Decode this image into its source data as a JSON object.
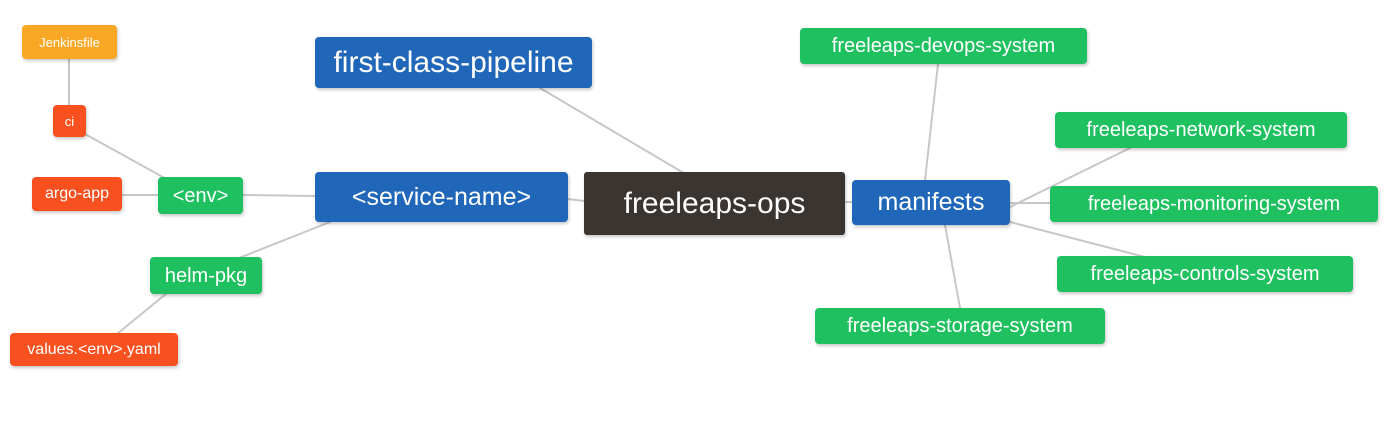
{
  "diagram": {
    "title": "freeleaps-ops repository mindmap",
    "background": "#ffffff",
    "edge_color": "#c7c7c7",
    "palette": {
      "root": "#3b3531",
      "blue": "#2167b9",
      "green": "#1fc060",
      "orange": "#f9a825",
      "red": "#f8501f",
      "text": "#ffffff"
    }
  },
  "nodes": [
    {
      "id": "jenkinsfile",
      "label": "Jenkinsfile",
      "color": "orange"
    },
    {
      "id": "ci",
      "label": "ci",
      "color": "red"
    },
    {
      "id": "argo-app",
      "label": "argo-app",
      "color": "red"
    },
    {
      "id": "env",
      "label": "<env>",
      "color": "green"
    },
    {
      "id": "helm-pkg",
      "label": "helm-pkg",
      "color": "green"
    },
    {
      "id": "values-yaml",
      "label": "values.<env>.yaml",
      "color": "red"
    },
    {
      "id": "first-class-pipeline",
      "label": "first-class-pipeline",
      "color": "blue"
    },
    {
      "id": "service-name",
      "label": "<service-name>",
      "color": "blue"
    },
    {
      "id": "freeleaps-ops",
      "label": "freeleaps-ops",
      "color": "root"
    },
    {
      "id": "manifests",
      "label": "manifests",
      "color": "blue"
    },
    {
      "id": "devops-system",
      "label": "freeleaps-devops-system",
      "color": "green"
    },
    {
      "id": "network-system",
      "label": "freeleaps-network-system",
      "color": "green"
    },
    {
      "id": "monitoring-system",
      "label": "freeleaps-monitoring-system",
      "color": "green"
    },
    {
      "id": "controls-system",
      "label": "freeleaps-controls-system",
      "color": "green"
    },
    {
      "id": "storage-system",
      "label": "freeleaps-storage-system",
      "color": "green"
    }
  ],
  "edges": [
    {
      "from": "jenkinsfile",
      "to": "ci"
    },
    {
      "from": "ci",
      "to": "env"
    },
    {
      "from": "argo-app",
      "to": "env"
    },
    {
      "from": "env",
      "to": "service-name"
    },
    {
      "from": "helm-pkg",
      "to": "service-name"
    },
    {
      "from": "values-yaml",
      "to": "helm-pkg"
    },
    {
      "from": "service-name",
      "to": "freeleaps-ops"
    },
    {
      "from": "first-class-pipeline",
      "to": "freeleaps-ops"
    },
    {
      "from": "freeleaps-ops",
      "to": "manifests"
    },
    {
      "from": "manifests",
      "to": "devops-system"
    },
    {
      "from": "manifests",
      "to": "network-system"
    },
    {
      "from": "manifests",
      "to": "monitoring-system"
    },
    {
      "from": "manifests",
      "to": "controls-system"
    },
    {
      "from": "manifests",
      "to": "storage-system"
    }
  ]
}
